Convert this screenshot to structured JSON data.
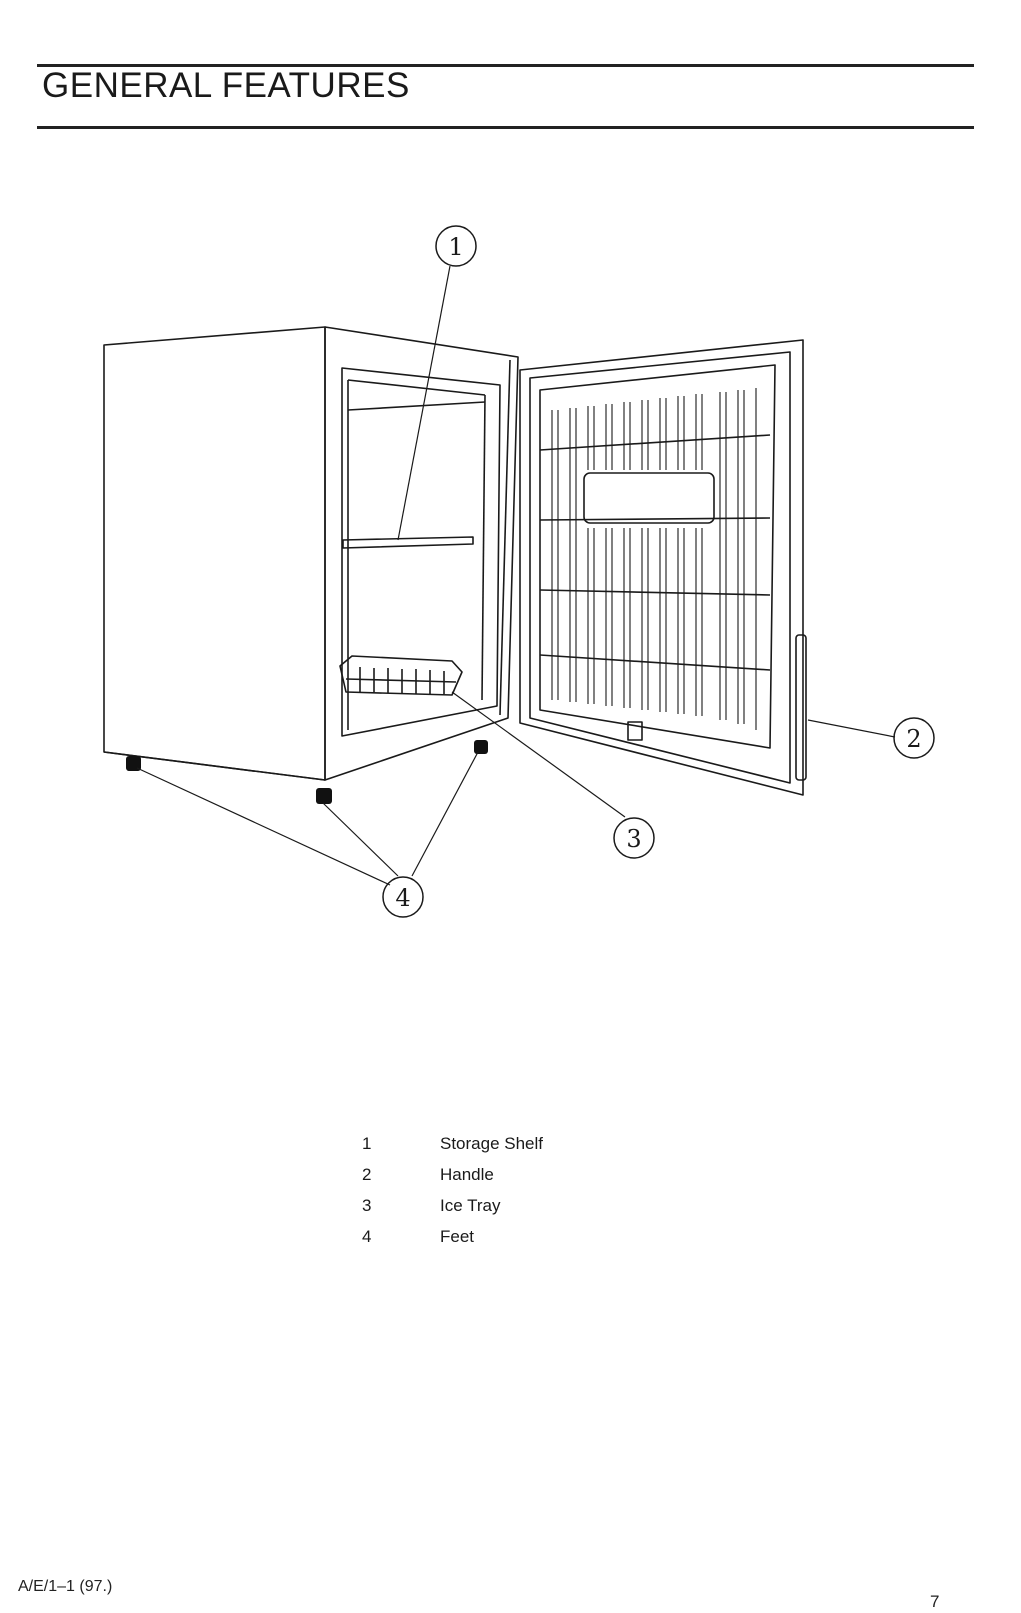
{
  "header": {
    "title": "GENERAL FEATURES"
  },
  "callouts": [
    "1",
    "2",
    "3",
    "4"
  ],
  "legend": [
    {
      "number": "1",
      "label": "Storage Shelf"
    },
    {
      "number": "2",
      "label": "Handle"
    },
    {
      "number": "3",
      "label": "Ice Tray"
    },
    {
      "number": "4",
      "label": "Feet"
    }
  ],
  "footer": {
    "code": "A/E/1–1 (97.)",
    "page_number": "7"
  }
}
